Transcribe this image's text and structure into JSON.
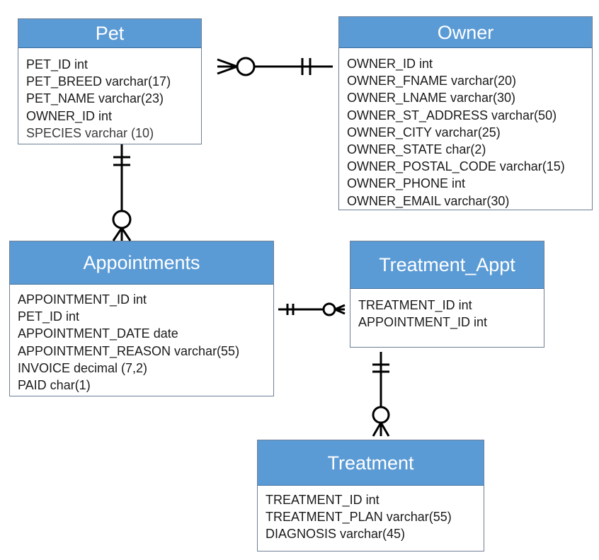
{
  "entities": {
    "pet": {
      "name": "Pet",
      "attributes": [
        "PET_ID int",
        "PET_BREED varchar(17)",
        "PET_NAME varchar(23)",
        "OWNER_ID int",
        "SPECIES varchar (10)"
      ]
    },
    "owner": {
      "name": "Owner",
      "attributes": [
        "OWNER_ID int",
        "OWNER_FNAME varchar(20)",
        "OWNER_LNAME varchar(30)",
        "OWNER_ST_ADDRESS varchar(50)",
        "OWNER_CITY varchar(25)",
        "OWNER_STATE char(2)",
        "OWNER_POSTAL_CODE varchar(15)",
        "OWNER_PHONE int",
        "OWNER_EMAIL varchar(30)"
      ]
    },
    "appointments": {
      "name": "Appointments",
      "attributes": [
        "APPOINTMENT_ID int",
        "PET_ID int",
        "APPOINTMENT_DATE date",
        "APPOINTMENT_REASON varchar(55)",
        "INVOICE decimal (7,2)",
        "PAID char(1)"
      ]
    },
    "treatment_appt": {
      "name": "Treatment_Appt",
      "attributes": [
        "TREATMENT_ID int",
        "APPOINTMENT_ID int"
      ]
    },
    "treatment": {
      "name": "Treatment",
      "attributes": [
        "TREATMENT_ID int",
        "TREATMENT_PLAN varchar(55)",
        "DIAGNOSIS varchar(45)"
      ]
    }
  },
  "relationships": [
    {
      "from": "Owner",
      "to": "Pet",
      "from_cardinality": "one-and-only-one",
      "to_cardinality": "zero-or-many"
    },
    {
      "from": "Pet",
      "to": "Appointments",
      "from_cardinality": "one-and-only-one",
      "to_cardinality": "zero-or-many"
    },
    {
      "from": "Appointments",
      "to": "Treatment_Appt",
      "from_cardinality": "one-and-only-one",
      "to_cardinality": "zero-or-many"
    },
    {
      "from": "Treatment_Appt",
      "to": "Treatment",
      "from_cardinality": "one-and-only-one",
      "to_cardinality": "zero-or-many"
    }
  ],
  "colors": {
    "header_fill": "#5b9bd5",
    "header_text": "#ffffff",
    "border": "#6d7f96",
    "connector": "#000000"
  }
}
